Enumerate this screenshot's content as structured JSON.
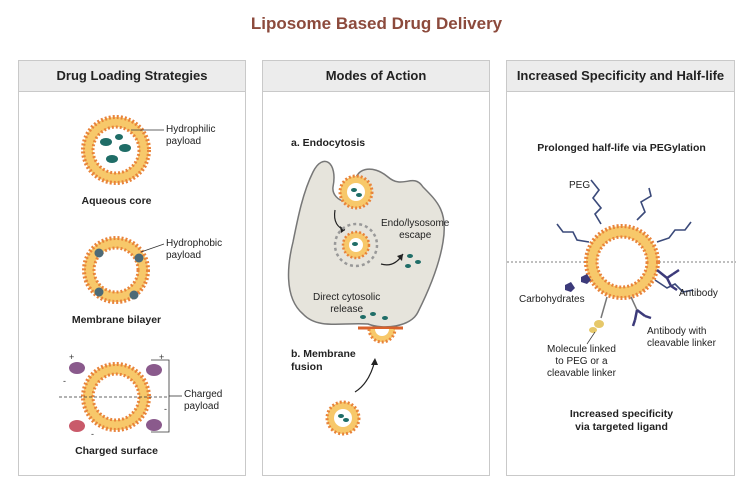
{
  "title": "Liposome Based Drug Delivery",
  "panels": {
    "loading": {
      "heading": "Drug Loading Strategies",
      "hydrophilic": "Hydrophilic\npayload",
      "aqueous_core": "Aqueous core",
      "hydrophobic": "Hydrophobic\npayload",
      "membrane_bilayer": "Membrane bilayer",
      "charged": "Charged\npayload",
      "charged_surface": "Charged surface"
    },
    "modes": {
      "heading": "Modes of Action",
      "endocytosis": "a. Endocytosis",
      "escape": "Endo/lysosome\nescape",
      "direct": "Direct cytosolic\nrelease",
      "fusion": "b. Membrane\nfusion"
    },
    "specificity": {
      "heading": "Increased Specificity and Half-life",
      "pegylation": "Prolonged half-life via PEGylation",
      "peg": "PEG",
      "carbohydrates": "Carbohydrates",
      "antibody": "Antibody",
      "antibody_linker": "Antibody with\ncleavable linker",
      "molecule_linked": "Molecule linked\nto PEG or a\ncleavable linker",
      "targeted": "Increased specificity\nvia targeted ligand"
    }
  },
  "colors": {
    "title": "#8c4a3c",
    "lipid_head": "#e8833a",
    "lipid_fill": "#f7c86a",
    "payload": "#1f6d67",
    "cell": "#e6e4dc",
    "peg": "#3b4a7a",
    "antibody": "#3c3a7a",
    "charged_payload": "#8a5a8c"
  }
}
